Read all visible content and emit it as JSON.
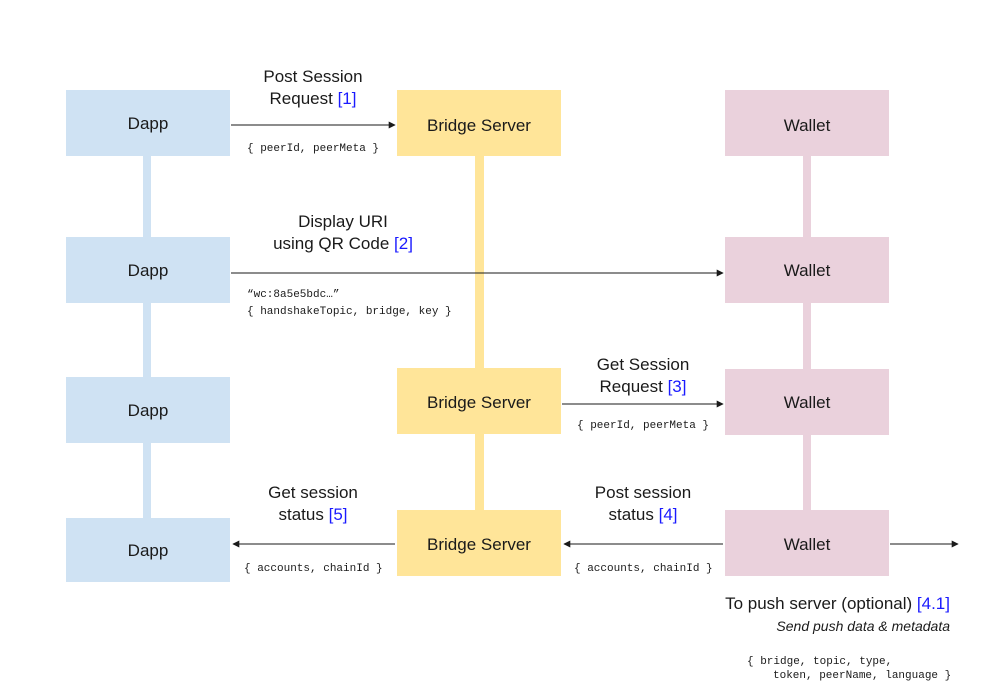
{
  "colors": {
    "dapp": "#cfe2f3",
    "bridge": "#ffe599",
    "wallet": "#ead1dc",
    "ref": "#1a1aff"
  },
  "nodes": {
    "dapp": "Dapp",
    "bridge": "Bridge Server",
    "wallet": "Wallet"
  },
  "steps": {
    "s1": {
      "line1": "Post Session",
      "line2": "Request",
      "ref": "[1]",
      "payload": "{ peerId, peerMeta }"
    },
    "s2": {
      "line1": "Display URI",
      "line2": "using QR Code",
      "ref": "[2]",
      "payload1": "“wc:8a5e5bdc…”",
      "payload2": "{ handshakeTopic, bridge, key }"
    },
    "s3": {
      "line1": "Get Session",
      "line2": "Request",
      "ref": "[3]",
      "payload": "{ peerId, peerMeta }"
    },
    "s4": {
      "line1": "Post session",
      "line2": "status",
      "ref": "[4]",
      "payload": "{ accounts, chainId }"
    },
    "s5": {
      "line1": "Get session",
      "line2": "status",
      "ref": "[5]",
      "payload": "{ accounts, chainId }"
    },
    "s41": {
      "line1": "To push server (optional)",
      "ref": "[4.1]",
      "subtitle": "Send push data & metadata",
      "payload1": "{ bridge, topic, type,",
      "payload2": "token, peerName, language }"
    }
  }
}
